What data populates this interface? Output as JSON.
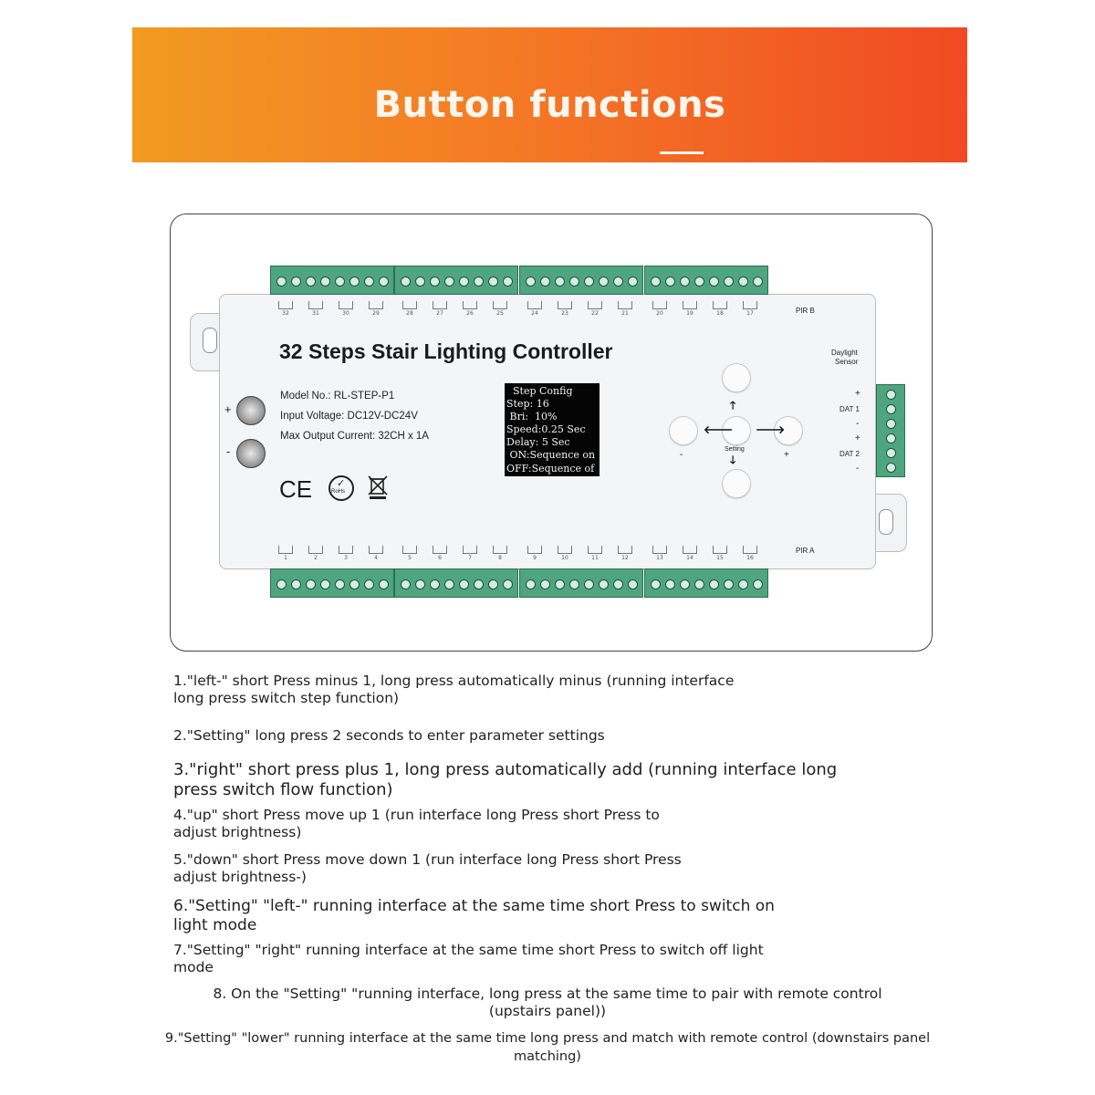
{
  "banner": {
    "title": "Button functions"
  },
  "controller": {
    "title": "32 Steps Stair Lighting Controller",
    "model": "Model No.: RL-STEP-P1",
    "voltage": "Input Voltage: DC12V-DC24V",
    "current": "Max Output Current: 32CH x 1A",
    "plus": "+",
    "minus": "-",
    "cert_ce": "CE",
    "cert_rohs": "RoHs",
    "top_channels": [
      "32",
      "31",
      "30",
      "29",
      "28",
      "27",
      "26",
      "25",
      "24",
      "23",
      "22",
      "21",
      "20",
      "19",
      "18",
      "17"
    ],
    "bottom_channels": [
      "1",
      "2",
      "3",
      "4",
      "5",
      "6",
      "7",
      "8",
      "9",
      "10",
      "11",
      "12",
      "13",
      "14",
      "15",
      "16"
    ],
    "pir_b": "PIR B",
    "pir_a": "PIR A",
    "daylight_sensor_line1": "Daylight",
    "daylight_sensor_line2": "Sensor",
    "dat1": "DAT 1",
    "dat2": "DAT 2",
    "setting_label": "Setting",
    "button_minus": "-",
    "button_plus": "+",
    "lcd_lines": [
      "  Step Config",
      "Step: 16",
      " Bri:  10%",
      "Speed:0.25 Sec",
      "Delay: 5 Sec",
      " ON:Sequence on",
      "OFF:Sequence of"
    ]
  },
  "instructions": [
    "1.\"left-\" short Press minus 1, long press automatically minus (running interface",
    "long press switch step function)",
    "2.\"Setting\" long press 2 seconds to enter parameter settings",
    "3.\"right\" short press plus 1, long press automatically add (running interface long",
    "press switch flow function)",
    "4.\"up\" short Press move up 1 (run interface long Press short Press to",
    "adjust brightness)",
    "5.\"down\" short Press move down 1 (run interface long Press short Press",
    "adjust brightness-)",
    "6.\"Setting\" \"left-\" running interface at the same time short Press to switch on",
    "light mode",
    "7.\"Setting\" \"right\" running interface at the same time short Press to switch off light",
    "mode",
    "8. On the \"Setting\" \"running interface, long press at the same time to pair with remote control",
    "(upstairs panel))",
    "9.\"Setting\" \"lower\" running interface at the same time long press and match with remote control (downstairs panel",
    "matching)"
  ]
}
